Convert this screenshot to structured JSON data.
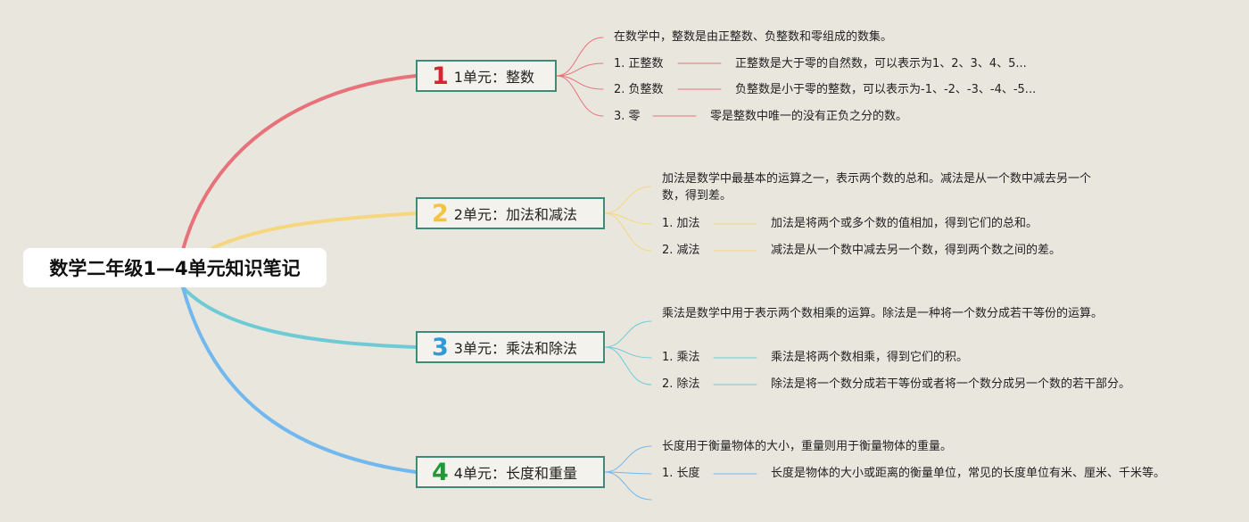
{
  "title": "数学二年级1—4单元知识笔记",
  "units": [
    {
      "number": "1",
      "label": "1单元：整数",
      "color": "#e8727a",
      "num_color": "#d9232e",
      "summary": "在数学中，整数是由正整数、负整数和零组成的数集。",
      "items": [
        {
          "term": "1. 正整数",
          "definition": "正整数是大于零的自然数，可以表示为1、2、3、4、5..."
        },
        {
          "term": "2. 负整数",
          "definition": "负整数是小于零的整数，可以表示为-1、-2、-3、-4、-5..."
        },
        {
          "term": "3. 零",
          "definition": "零是整数中唯一的没有正负之分的数。"
        }
      ]
    },
    {
      "number": "2",
      "label": "2单元：加法和减法",
      "color": "#f6d77f",
      "num_color": "#f2c53d",
      "summary": "加法是数学中最基本的运算之一，表示两个数的总和。减法是从一个数中减去另一个数，得到差。",
      "items": [
        {
          "term": "1. 加法",
          "definition": "加法是将两个或多个数的值相加，得到它们的总和。"
        },
        {
          "term": "2. 减法",
          "definition": "减法是从一个数中减去另一个数，得到两个数之间的差。"
        }
      ]
    },
    {
      "number": "3",
      "label": "3单元：乘法和除法",
      "color": "#6ecbd6",
      "num_color": "#2d9bd8",
      "summary": "乘法是数学中用于表示两个数相乘的运算。除法是一种将一个数分成若干等份的运算。",
      "items": [
        {
          "term": "1. 乘法",
          "definition": "乘法是将两个数相乘，得到它们的积。"
        },
        {
          "term": "2. 除法",
          "definition": "除法是将一个数分成若干等份或者将一个数分成另一个数的若干部分。"
        }
      ]
    },
    {
      "number": "4",
      "label": "4单元：长度和重量",
      "color": "#72b8ee",
      "num_color": "#1f9a3a",
      "summary": "长度用于衡量物体的大小，重量则用于衡量物体的重量。",
      "items": [
        {
          "term": "1. 长度",
          "definition": "长度是物体的大小或距离的衡量单位，常见的长度单位有米、厘米、千米等。"
        }
      ]
    }
  ]
}
